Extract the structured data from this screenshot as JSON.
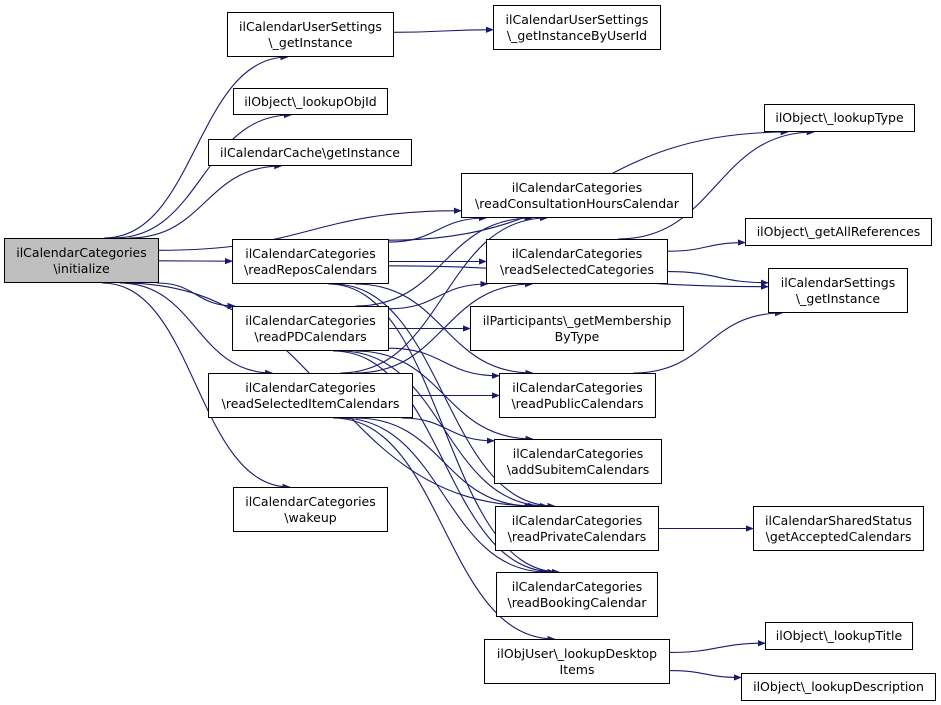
{
  "nodes": {
    "root": [
      "ilCalendarCategories",
      "\\initialize"
    ],
    "usersettings_getinstance": [
      "ilCalendarUserSettings",
      "\\_getInstance"
    ],
    "usersettings_byuserid": [
      "ilCalendarUserSettings",
      "\\_getInstanceByUserId"
    ],
    "lookupobjid": [
      "ilObject\\_lookupObjId"
    ],
    "lookuptype": [
      "ilObject\\_lookupType"
    ],
    "cache_getinstance": [
      "ilCalendarCache\\getInstance"
    ],
    "readconsultation": [
      "ilCalendarCategories",
      "\\readConsultationHoursCalendar"
    ],
    "getallreferences": [
      "ilObject\\_getAllReferences"
    ],
    "readrepos": [
      "ilCalendarCategories",
      "\\readReposCalendars"
    ],
    "readselected": [
      "ilCalendarCategories",
      "\\readSelectedCategories"
    ],
    "settings_getinstance": [
      "ilCalendarSettings",
      "\\_getInstance"
    ],
    "readpd": [
      "ilCalendarCategories",
      "\\readPDCalendars"
    ],
    "participants": [
      "ilParticipants\\_getMembership",
      "ByType"
    ],
    "readselecteditem": [
      "ilCalendarCategories",
      "\\readSelectedItemCalendars"
    ],
    "readpublic": [
      "ilCalendarCategories",
      "\\readPublicCalendars"
    ],
    "addsubitem": [
      "ilCalendarCategories",
      "\\addSubitemCalendars"
    ],
    "wakeup": [
      "ilCalendarCategories",
      "\\wakeup"
    ],
    "readprivate": [
      "ilCalendarCategories",
      "\\readPrivateCalendars"
    ],
    "sharedstatus": [
      "ilCalendarSharedStatus",
      "\\getAcceptedCalendars"
    ],
    "readbooking": [
      "ilCalendarCategories",
      "\\readBookingCalendar"
    ],
    "lookupdesktop": [
      "ilObjUser\\_lookupDesktop",
      "Items"
    ],
    "lookuptitle": [
      "ilObject\\_lookupTitle"
    ],
    "lookupdescription": [
      "ilObject\\_lookupDescription"
    ]
  },
  "edges": [
    [
      "root",
      "usersettings_getinstance"
    ],
    [
      "root",
      "lookupobjid"
    ],
    [
      "root",
      "cache_getinstance"
    ],
    [
      "root",
      "readconsultation"
    ],
    [
      "root",
      "readrepos"
    ],
    [
      "root",
      "readpd"
    ],
    [
      "root",
      "readselecteditem"
    ],
    [
      "root",
      "wakeup"
    ],
    [
      "root",
      "readprivate"
    ],
    [
      "usersettings_getinstance",
      "usersettings_byuserid"
    ],
    [
      "readrepos",
      "lookuptype"
    ],
    [
      "readrepos",
      "settings_getinstance"
    ],
    [
      "readrepos",
      "readconsultation"
    ],
    [
      "readrepos",
      "readselected"
    ],
    [
      "readrepos",
      "readpublic"
    ],
    [
      "readrepos",
      "readprivate"
    ],
    [
      "readrepos",
      "readbooking"
    ],
    [
      "readpd",
      "readconsultation"
    ],
    [
      "readpd",
      "readselected"
    ],
    [
      "readpd",
      "participants"
    ],
    [
      "readpd",
      "readpublic"
    ],
    [
      "readpd",
      "addsubitem"
    ],
    [
      "readpd",
      "readprivate"
    ],
    [
      "readpd",
      "readbooking"
    ],
    [
      "readselecteditem",
      "readconsultation"
    ],
    [
      "readselecteditem",
      "readselected"
    ],
    [
      "readselecteditem",
      "readpublic"
    ],
    [
      "readselecteditem",
      "addsubitem"
    ],
    [
      "readselecteditem",
      "readprivate"
    ],
    [
      "readselecteditem",
      "readbooking"
    ],
    [
      "readselecteditem",
      "lookupdesktop"
    ],
    [
      "readselected",
      "lookuptype"
    ],
    [
      "readselected",
      "getallreferences"
    ],
    [
      "readselected",
      "settings_getinstance"
    ],
    [
      "readpublic",
      "settings_getinstance"
    ],
    [
      "readprivate",
      "sharedstatus"
    ],
    [
      "lookupdesktop",
      "lookuptitle"
    ],
    [
      "lookupdesktop",
      "lookupdescription"
    ]
  ]
}
